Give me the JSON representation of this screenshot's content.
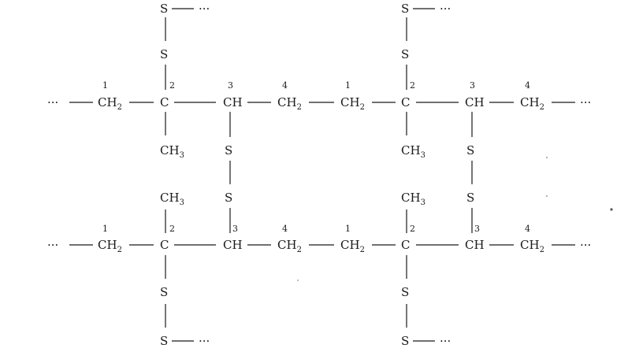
{
  "labels": {
    "ellipsis": "···",
    "S": "S",
    "C": "C",
    "CH": "CH",
    "CH2_base": "CH",
    "CH3_base": "CH",
    "sub2": "2",
    "sub3": "3",
    "n1": "1",
    "n2": "2",
    "n3": "3",
    "n4": "4"
  }
}
